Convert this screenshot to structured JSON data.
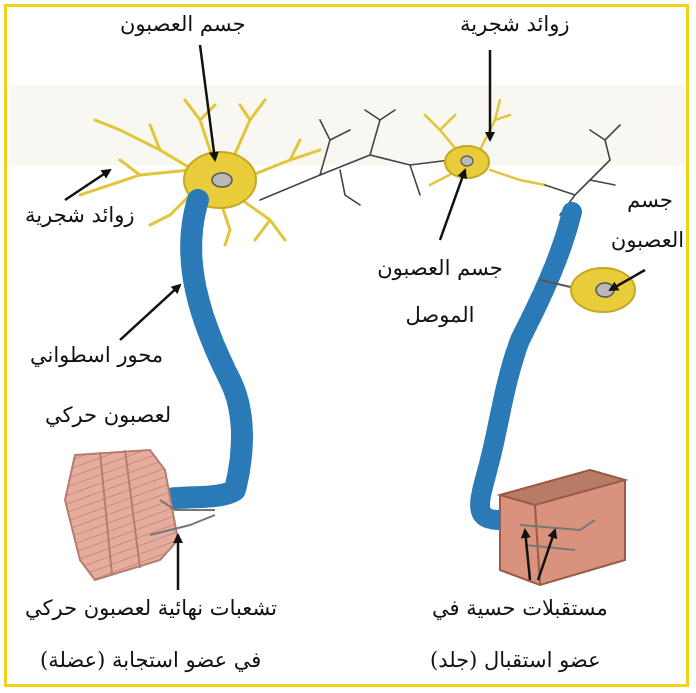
{
  "labels": {
    "cell_body_left": "جسم العصبون",
    "dendrites_top_right": "زوائد شجرية",
    "dendrites_left": "زوائد شجرية",
    "connector_body_line1": "جسم العصبون",
    "connector_body_line2": "الموصل",
    "sensory_body_line1": "جسم",
    "sensory_body_line2": "العصبون",
    "axon_line1": "محور اسطواني",
    "axon_line2": "لعصبون حركي",
    "motor_endings_line1": "تشعبات نهائية لعصبون حركي",
    "motor_endings_line2": "في عضو استجابة (عضلة)",
    "receptors_line1": "مستقبلات حسية في",
    "receptors_line2": "عضو استقبال (جلد)"
  },
  "colors": {
    "frame": "#f2d21b",
    "cell_body": "#e8cc3a",
    "axon_sheath": "#2a7ab8",
    "muscle": "#e9b0a4",
    "skin": "#d9937c"
  }
}
